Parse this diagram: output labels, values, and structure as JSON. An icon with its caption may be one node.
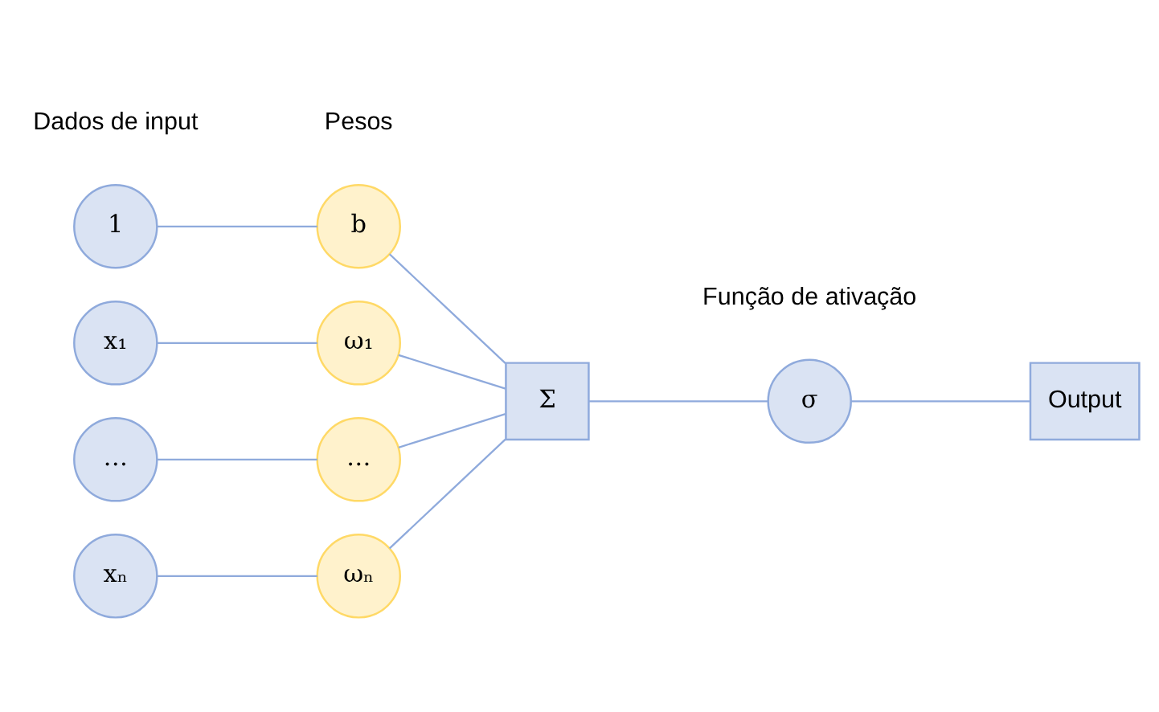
{
  "diagram": {
    "nodes": [
      {
        "text": [
          "1"
        ]
      },
      {
        "text": [
          "x₁"
        ]
      },
      {
        "text": [
          "…"
        ]
      },
      {
        "text": [
          "xₙ"
        ]
      },
      {
        "text": [
          "b"
        ]
      },
      {
        "text": [
          "ω₁"
        ]
      },
      {
        "text": [
          "…"
        ]
      },
      {
        "text": [
          "ωₙ"
        ]
      },
      {
        "text": [
          "Σ"
        ]
      },
      {
        "text": [
          "σ"
        ],
        "beside": [
          "Função de ativação"
        ]
      },
      {
        "text": [
          "Output"
        ]
      }
    ],
    "edges": [
      {
        "from": 0,
        "to": 4,
        "arrow": "none"
      },
      {
        "from": 1,
        "to": 5,
        "arrow": "none"
      },
      {
        "from": 2,
        "to": 6,
        "arrow": "none"
      },
      {
        "from": 3,
        "to": 7,
        "arrow": "none"
      },
      {
        "from": 4,
        "to": 8,
        "arrow": "none"
      },
      {
        "from": 5,
        "to": 8,
        "arrow": "none"
      },
      {
        "from": 6,
        "to": 8,
        "arrow": "none"
      },
      {
        "from": 7,
        "to": 8,
        "arrow": "none"
      },
      {
        "from": 8,
        "to": 9,
        "arrow": "none"
      },
      {
        "from": 9,
        "to": 10,
        "arrow": "none"
      }
    ],
    "labels": [
      "Dados de input",
      "Pesos"
    ]
  }
}
